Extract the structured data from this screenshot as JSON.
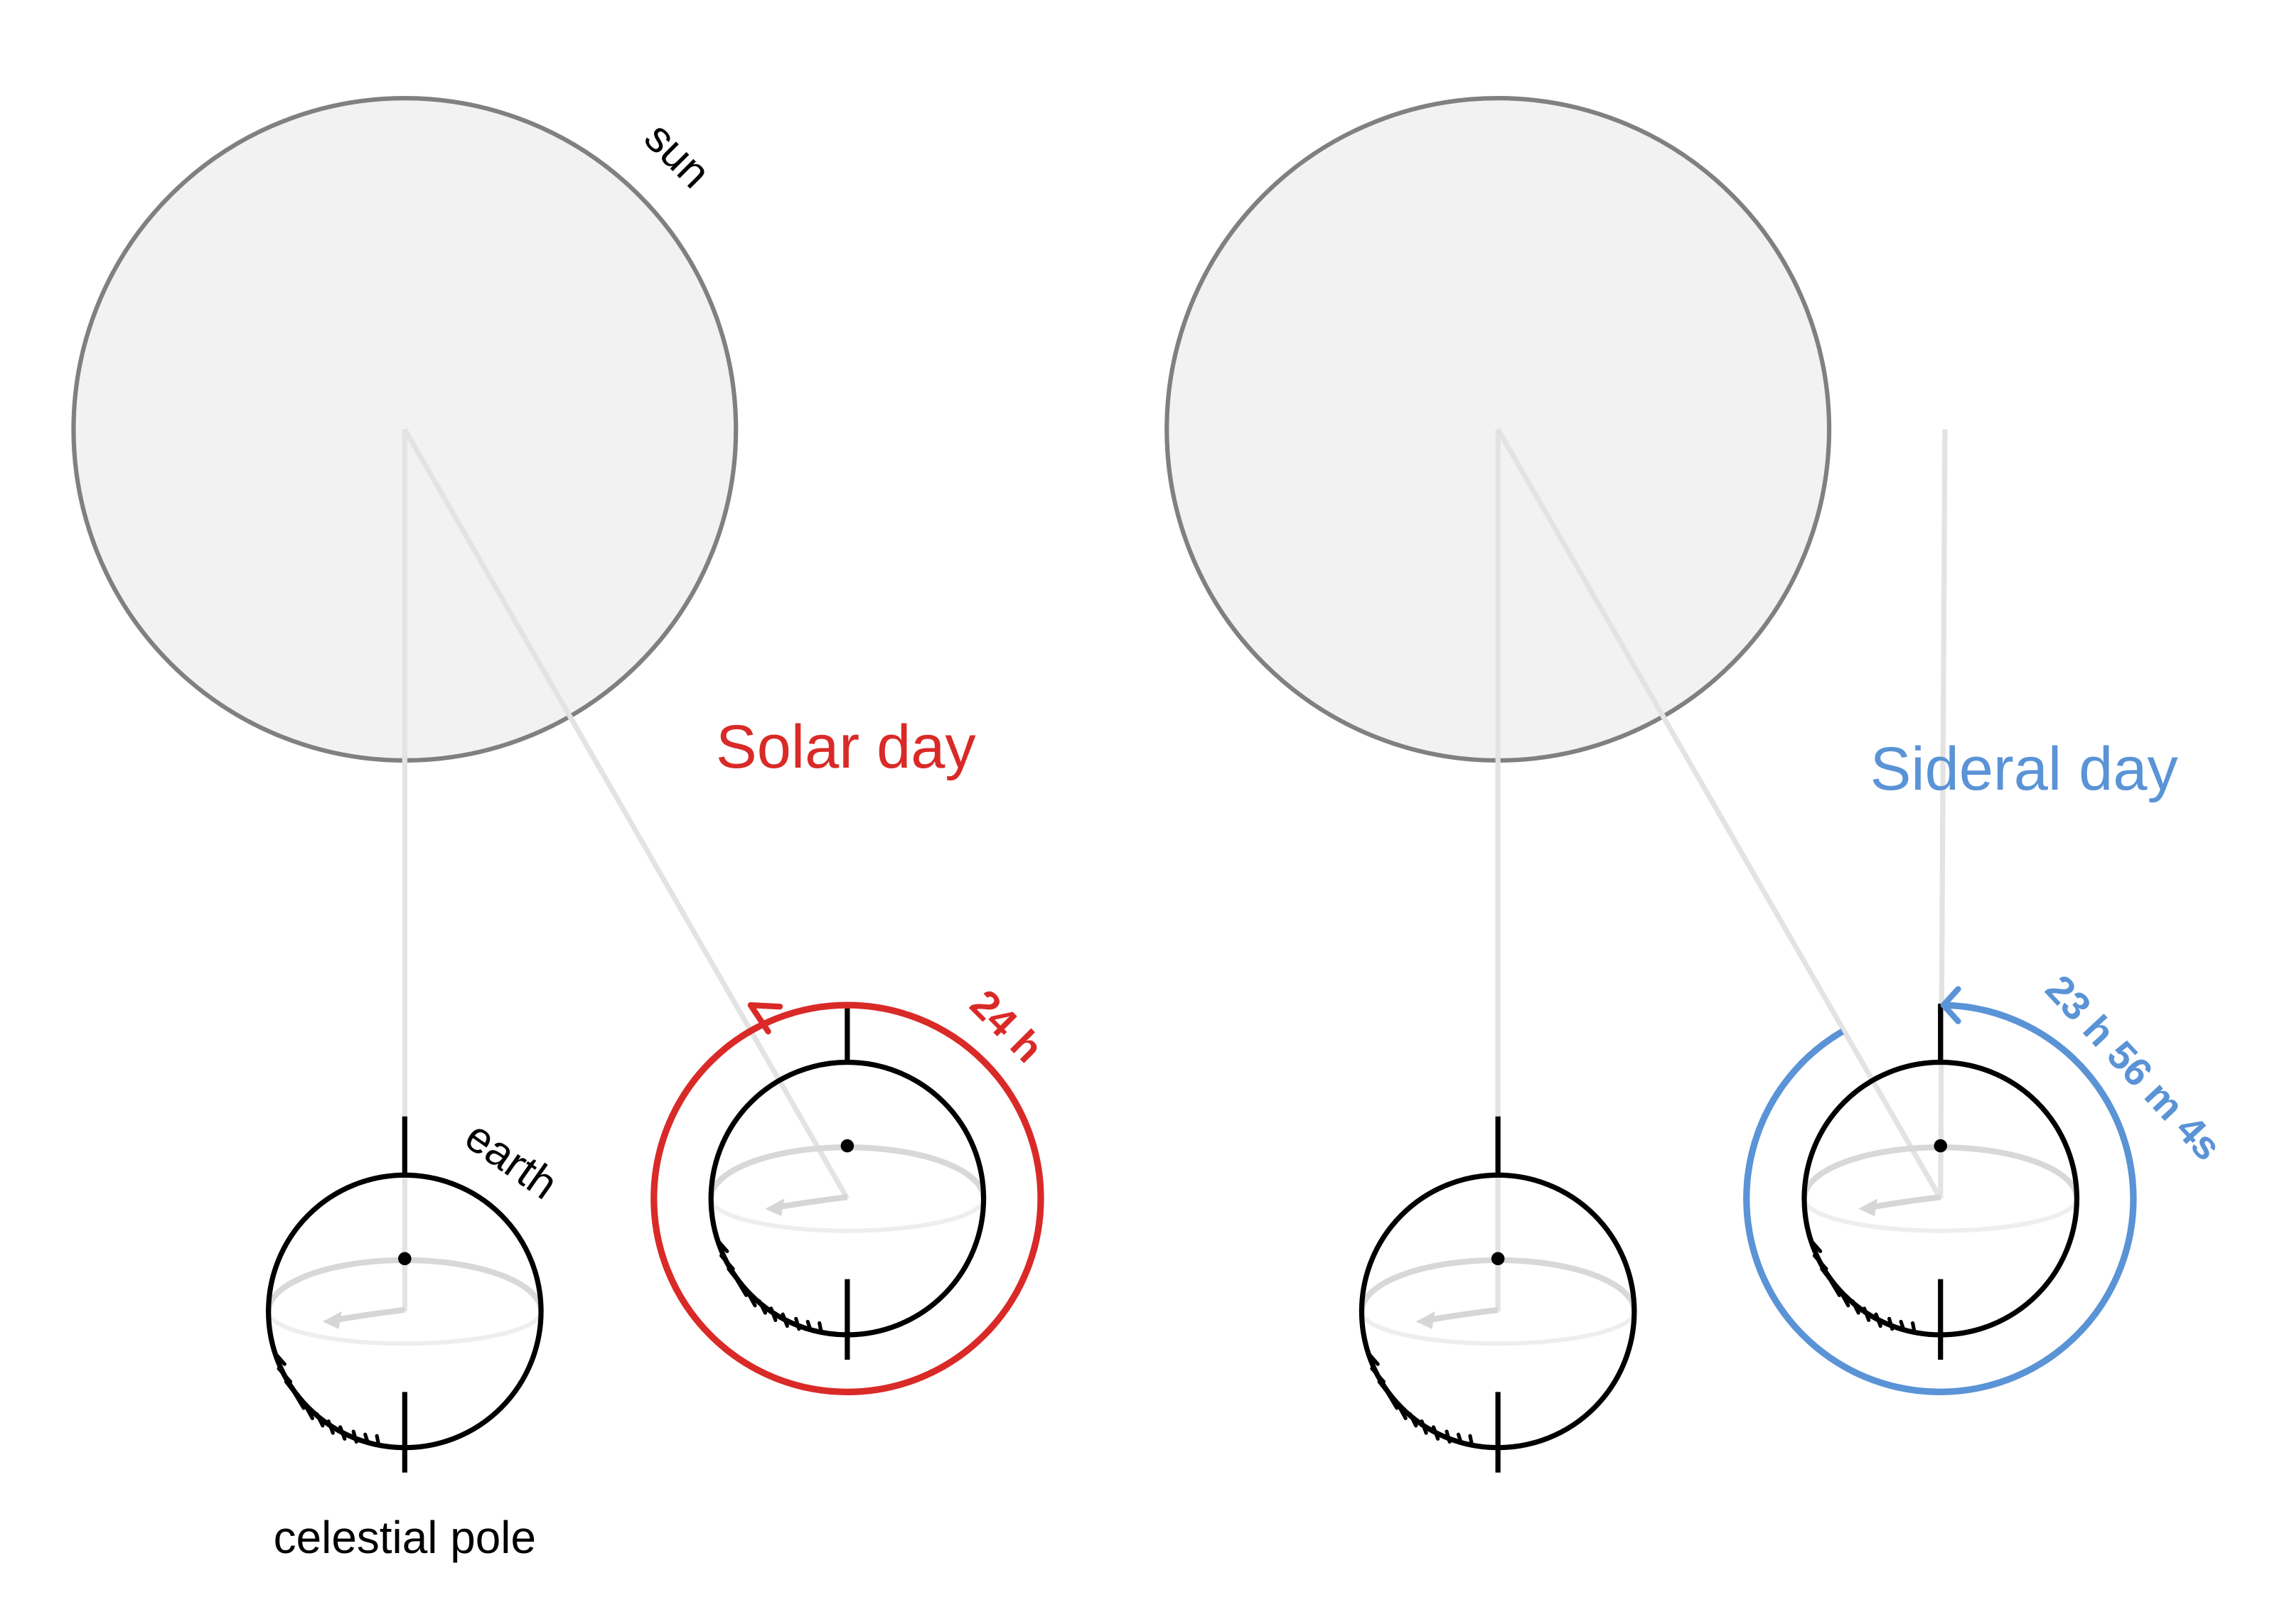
{
  "labels": {
    "sun": "sun",
    "earth": "earth",
    "celestial_pole": "celestial pole",
    "solar_day": "Solar day",
    "sideral_day": "Sideral day",
    "solar_duration": "24 h",
    "sideral_duration": "23 h 56 m 4s"
  },
  "colors": {
    "solar": "#d92a27",
    "sideral": "#5a93d6",
    "sun_fill": "#f2f2f2",
    "sun_stroke": "#808080",
    "guide": "#e3e3e3",
    "ink": "#000000"
  }
}
